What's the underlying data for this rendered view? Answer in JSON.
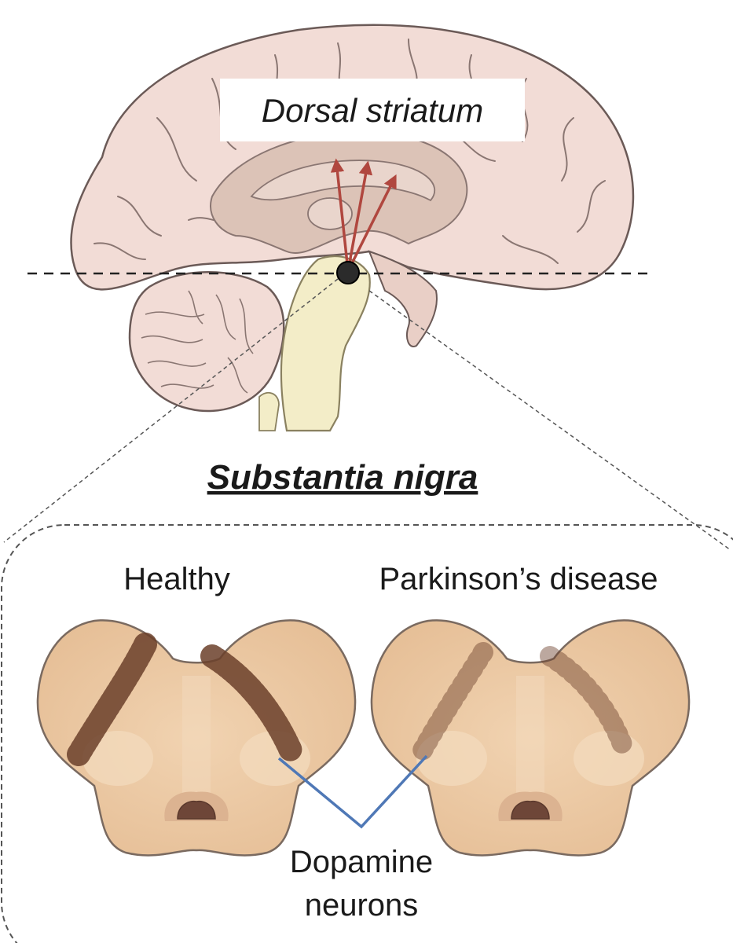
{
  "labels": {
    "dorsal_striatum": "Dorsal striatum",
    "substantia_nigra": "Substantia nigra",
    "healthy": "Healthy",
    "parkinsons": "Parkinson’s disease",
    "dopamine_line1": "Dopamine",
    "dopamine_line2": "neurons"
  },
  "colors": {
    "cortex": "#f2dcd6",
    "cortex_outline": "#6b5a57",
    "striatum": "#dcc3b7",
    "brainstem": "#f3edc8",
    "projection_arrows": "#b0473f",
    "section_tissue": "#edcba6",
    "neurons": "#6b3f2a",
    "pointer_line": "#4f78b6"
  }
}
